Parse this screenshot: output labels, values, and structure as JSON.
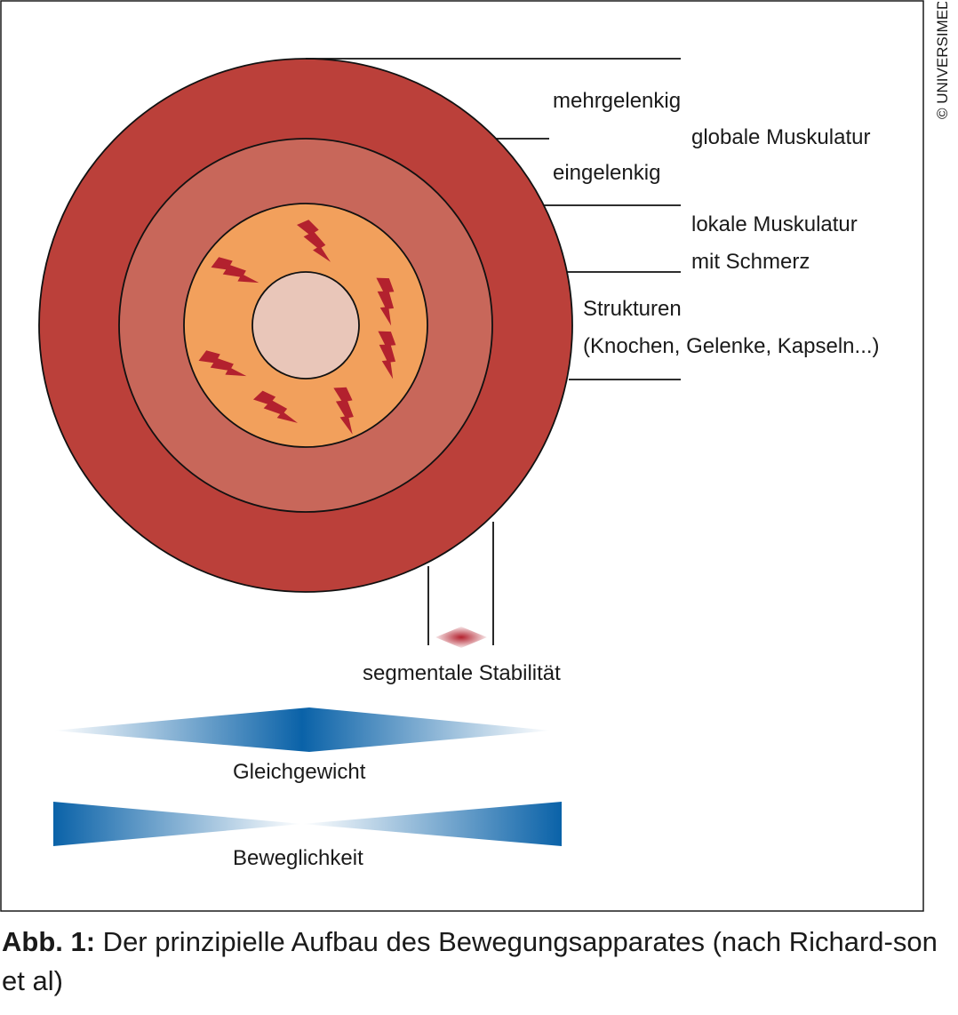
{
  "diagram": {
    "labels": {
      "mehrgelenkig": "mehrgelenkig",
      "globale_muskulatur": "globale Muskulatur",
      "eingelenkig": "eingelenkig",
      "lokale_muskulatur": "lokale Muskulatur",
      "mit_schmerz": "mit Schmerz",
      "strukturen": "Strukturen",
      "strukturen_detail": "(Knochen, Gelenke, Kapseln...)",
      "segmentale_stabilitaet": "segmentale Stabilität",
      "gleichgewicht": "Gleichgewicht",
      "beweglichkeit": "Beweglichkeit"
    },
    "pain_symbol": "lightning-bolt-icon",
    "colors": {
      "outer_ring": "#bb403a",
      "middle_ring": "#c8675a",
      "inner_ring": "#f2a05c",
      "core": "#e9c6b9",
      "bolt": "#b3212e",
      "gradient_blue": "#0a62a8"
    }
  },
  "credit": "© UNIVERSIMED",
  "caption": {
    "label": "Abb. 1:",
    "text": " Der prinzipielle Aufbau des Bewegungsapparates (nach Richard-son et al)"
  }
}
